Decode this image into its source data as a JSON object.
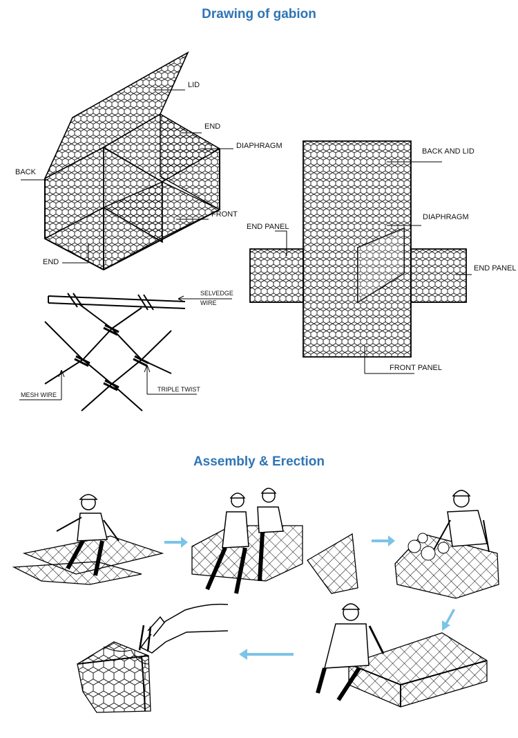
{
  "colors": {
    "title": "#2e74b5",
    "arrow": "#7cc3e8",
    "line": "#000000"
  },
  "titles": {
    "drawing": "Drawing of gabion",
    "assembly": "Assembly & Erection"
  },
  "box_labels": {
    "lid": "LID",
    "end_top": "END",
    "diaphragm": "DIAPHRAGM",
    "back": "BACK",
    "front": "FRONT",
    "end_bottom": "END"
  },
  "net_labels": {
    "back_and_lid": "BACK AND LID",
    "diaphragm": "DIAPHRAGM",
    "end_panel_left": "END PANEL",
    "end_panel_right": "END PANEL",
    "front_panel": "FRONT PANEL"
  },
  "wire_labels": {
    "selvedge_1": "SELVEDGE",
    "selvedge_2": "WIRE",
    "mesh_wire": "MESH WIRE",
    "triple_twist": "TRIPLE TWIST"
  },
  "steps": [
    "unfold-mesh",
    "assemble-box",
    "fill-stones",
    "close-lid",
    "lace-edges"
  ]
}
